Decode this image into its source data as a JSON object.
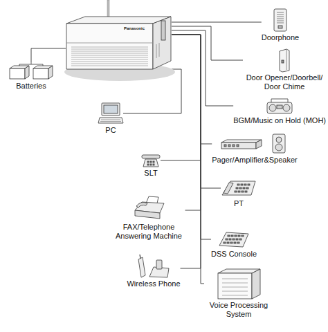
{
  "diagram": {
    "nodes": [
      {
        "text": [
          "Panasonic"
        ]
      },
      {
        "text": [
          "Batteries"
        ]
      },
      {
        "text": [
          "PC"
        ]
      },
      {
        "text": [
          "Doorphone"
        ]
      },
      {
        "text": [
          "Door Opener/Doorbell/ Door Chime"
        ]
      },
      {
        "text": [
          "BGM/Music on Hold (MOH)"
        ]
      },
      {
        "text": [
          "Pager/Amplifier&Speaker"
        ]
      },
      {
        "text": [
          "SLT"
        ]
      },
      {
        "text": [
          "PT"
        ]
      },
      {
        "text": [
          "FAX/Telephone Answering Machine"
        ]
      },
      {
        "text": [
          "DSS Console"
        ]
      },
      {
        "text": [
          "Wireless Phone"
        ]
      },
      {
        "text": [
          "Voice Processing System"
        ]
      }
    ],
    "edges": [
      {
        "from": 0,
        "to": 1,
        "arrow": "none"
      },
      {
        "from": 0,
        "to": 2,
        "arrow": "none"
      },
      {
        "from": 0,
        "to": 3,
        "arrow": "none"
      },
      {
        "from": 0,
        "to": 4,
        "arrow": "none"
      },
      {
        "from": 0,
        "to": 5,
        "arrow": "none"
      },
      {
        "from": 0,
        "to": 6,
        "arrow": "none"
      },
      {
        "from": 0,
        "to": 7,
        "arrow": "none"
      },
      {
        "from": 0,
        "to": 8,
        "arrow": "none"
      },
      {
        "from": 0,
        "to": 9,
        "arrow": "none"
      },
      {
        "from": 0,
        "to": 10,
        "arrow": "none"
      },
      {
        "from": 0,
        "to": 11,
        "arrow": "none"
      },
      {
        "from": 0,
        "to": 12,
        "arrow": "none"
      }
    ]
  }
}
